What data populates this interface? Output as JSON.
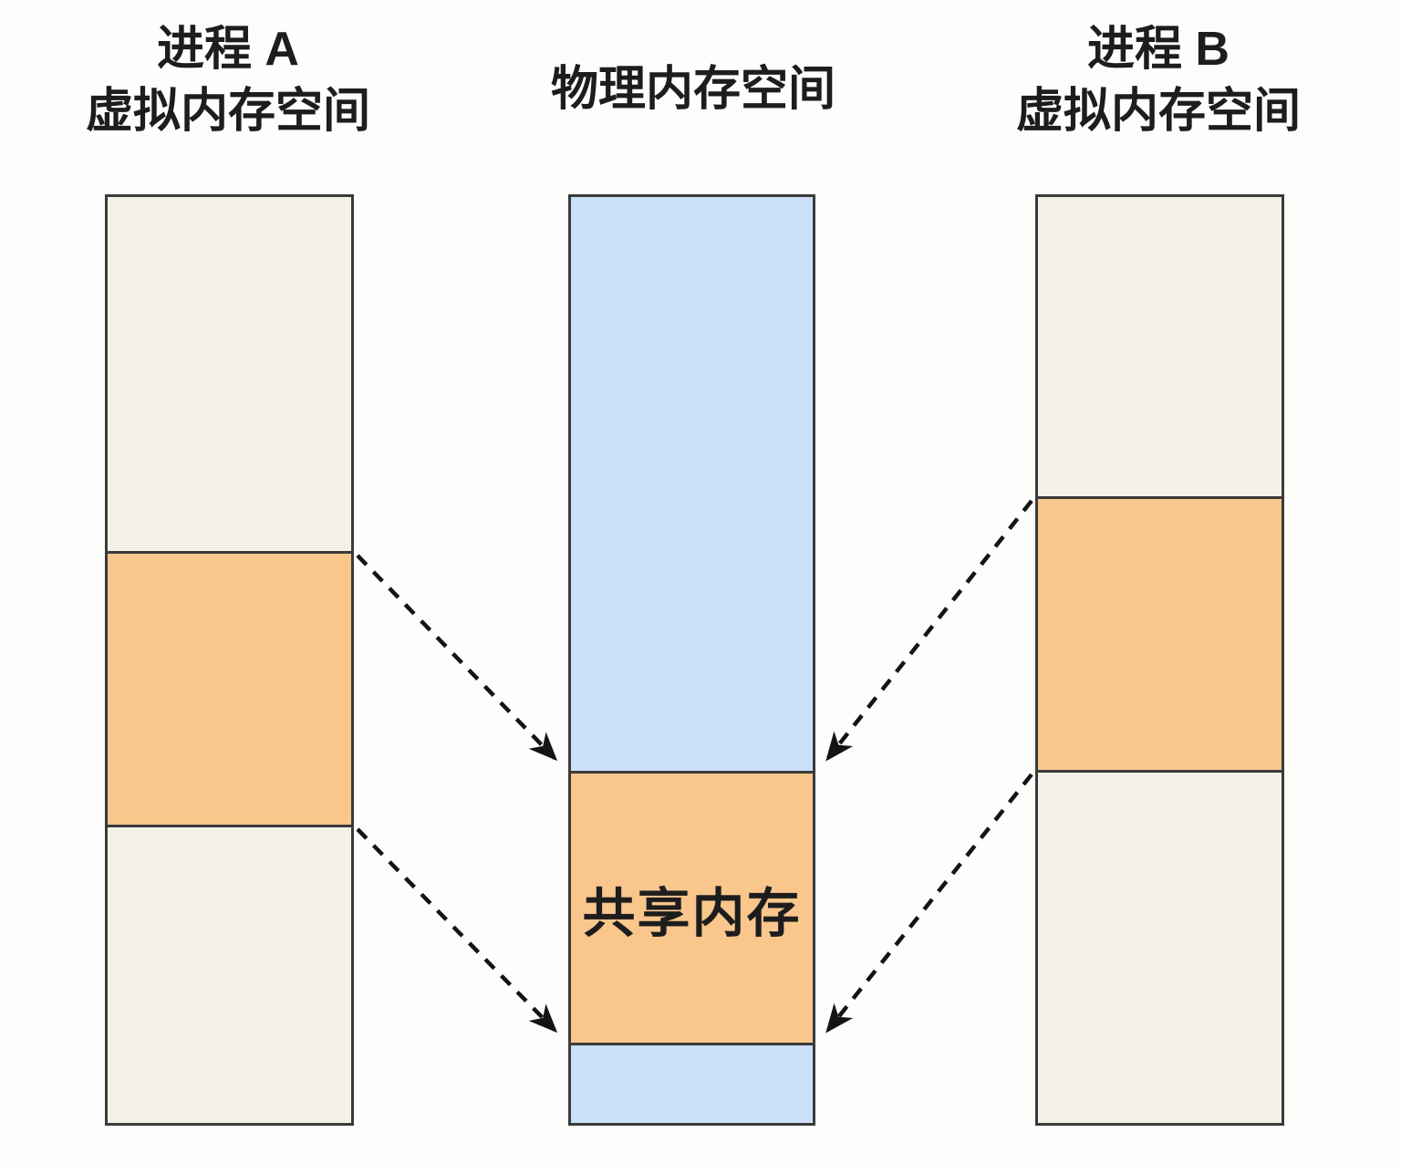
{
  "colors": {
    "beige": "#f4f2e7",
    "orange": "#f9c68c",
    "blue": "#cbdff8",
    "border": "#3b3b3b",
    "arrow": "#141414",
    "background": "#fdfdfc",
    "text": "#1d1d1d"
  },
  "diagram": {
    "process_a": {
      "title_line1": "进程 A",
      "title_line2": "虚拟内存空间"
    },
    "physical": {
      "title": "物理内存空间",
      "shared_label": "共享内存"
    },
    "process_b": {
      "title_line1": "进程 B",
      "title_line2": "虚拟内存空间"
    }
  }
}
